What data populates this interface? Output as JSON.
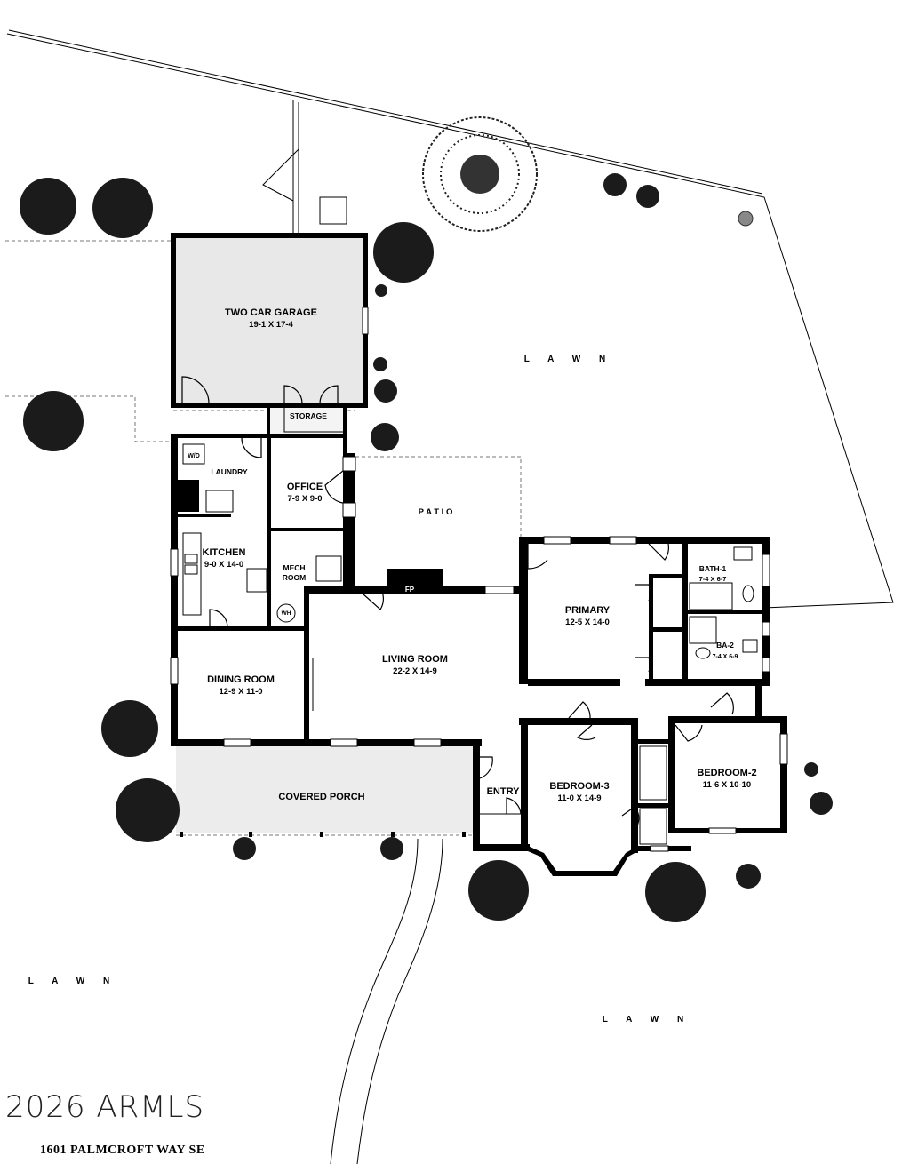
{
  "rooms": {
    "garage": {
      "name": "TWO CAR GARAGE",
      "dim": "19-1  X  17-4"
    },
    "storage": {
      "name": "STORAGE"
    },
    "laundry": {
      "name": "LAUNDRY",
      "appliance": "W/D"
    },
    "office": {
      "name": "OFFICE",
      "dim": "7-9 X 9-0"
    },
    "kitchen": {
      "name": "KITCHEN",
      "dim": "9-0 X 14-0"
    },
    "mech": {
      "name1": "MECH",
      "name2": "ROOM",
      "appliance": "WH"
    },
    "patio": {
      "name": "P A T I O"
    },
    "fireplace": {
      "name": "FP"
    },
    "living": {
      "name": "LIVING ROOM",
      "dim": "22-2  X  14-9"
    },
    "dining": {
      "name": "DINING ROOM",
      "dim": "12-9  X  11-0"
    },
    "primary": {
      "name": "PRIMARY",
      "dim": "12-5 X 14-0"
    },
    "bath1": {
      "name": "BATH-1",
      "dim": "7-4 X 6-7"
    },
    "ba2": {
      "name": "BA-2",
      "dim": "7-4 X 6-9"
    },
    "bedroom3": {
      "name": "BEDROOM-3",
      "dim": "11-0  X  14-9"
    },
    "bedroom2": {
      "name": "BEDROOM-2",
      "dim": "11-6 X 10-10"
    },
    "entry": {
      "name": "ENTRY"
    },
    "porch": {
      "name": "COVERED PORCH"
    }
  },
  "lawn_labels": [
    "L A W N",
    "L A W N",
    "L A W N"
  ],
  "watermark": "2026 ARMLS",
  "address": "1601 PALMCROFT WAY SE"
}
